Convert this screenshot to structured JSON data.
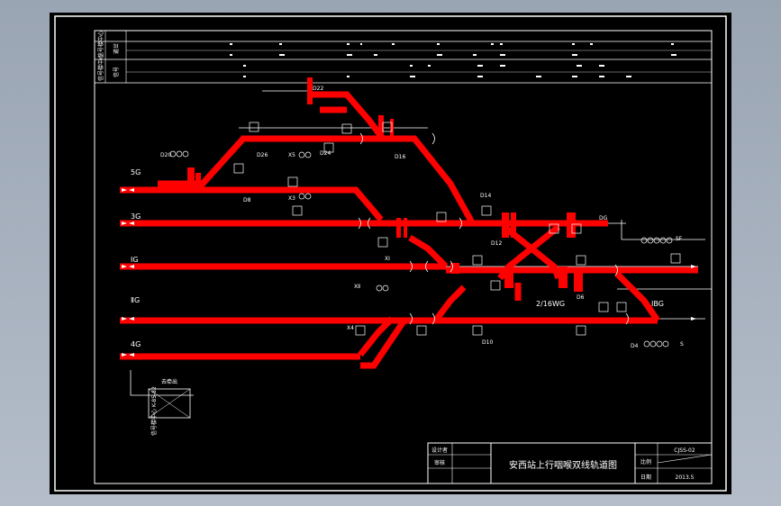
{
  "title_block": {
    "drawing_title": "安西站上行咽喉双线轨道图",
    "drawing_no": "CJSS-02",
    "scale_label": "比例",
    "date_label": "日期",
    "date_value": "2013.5",
    "row_labels": [
      "设计者",
      "审核"
    ]
  },
  "tracks": {
    "t5": "5G",
    "t3": "3G",
    "t1": "ⅠG",
    "t2": "ⅡG",
    "t4": "4G",
    "t2_16": "2/16WG",
    "t1bg": "ⅠBG"
  },
  "signals": {
    "D22": "D22",
    "D20": "D20",
    "D16": "D16",
    "D24": "D24",
    "D26": "D26",
    "D8": "D8",
    "D12": "D12",
    "D14": "D14",
    "D10": "D10",
    "D6": "D6",
    "D4": "D4",
    "DG": "DG",
    "X5": "X5",
    "X3": "X3",
    "XI": "XⅠ",
    "XII": "XⅡ",
    "X4": "X4",
    "SF": "SF",
    "S": "S"
  },
  "legend_box": {
    "label": "去牵出",
    "caption": "信号楼中心\nK-85-82"
  },
  "header_table": {
    "row1": [
      "信号楼中心",
      "道岔"
    ],
    "row2": [
      "信号楼中心",
      "信号"
    ]
  }
}
